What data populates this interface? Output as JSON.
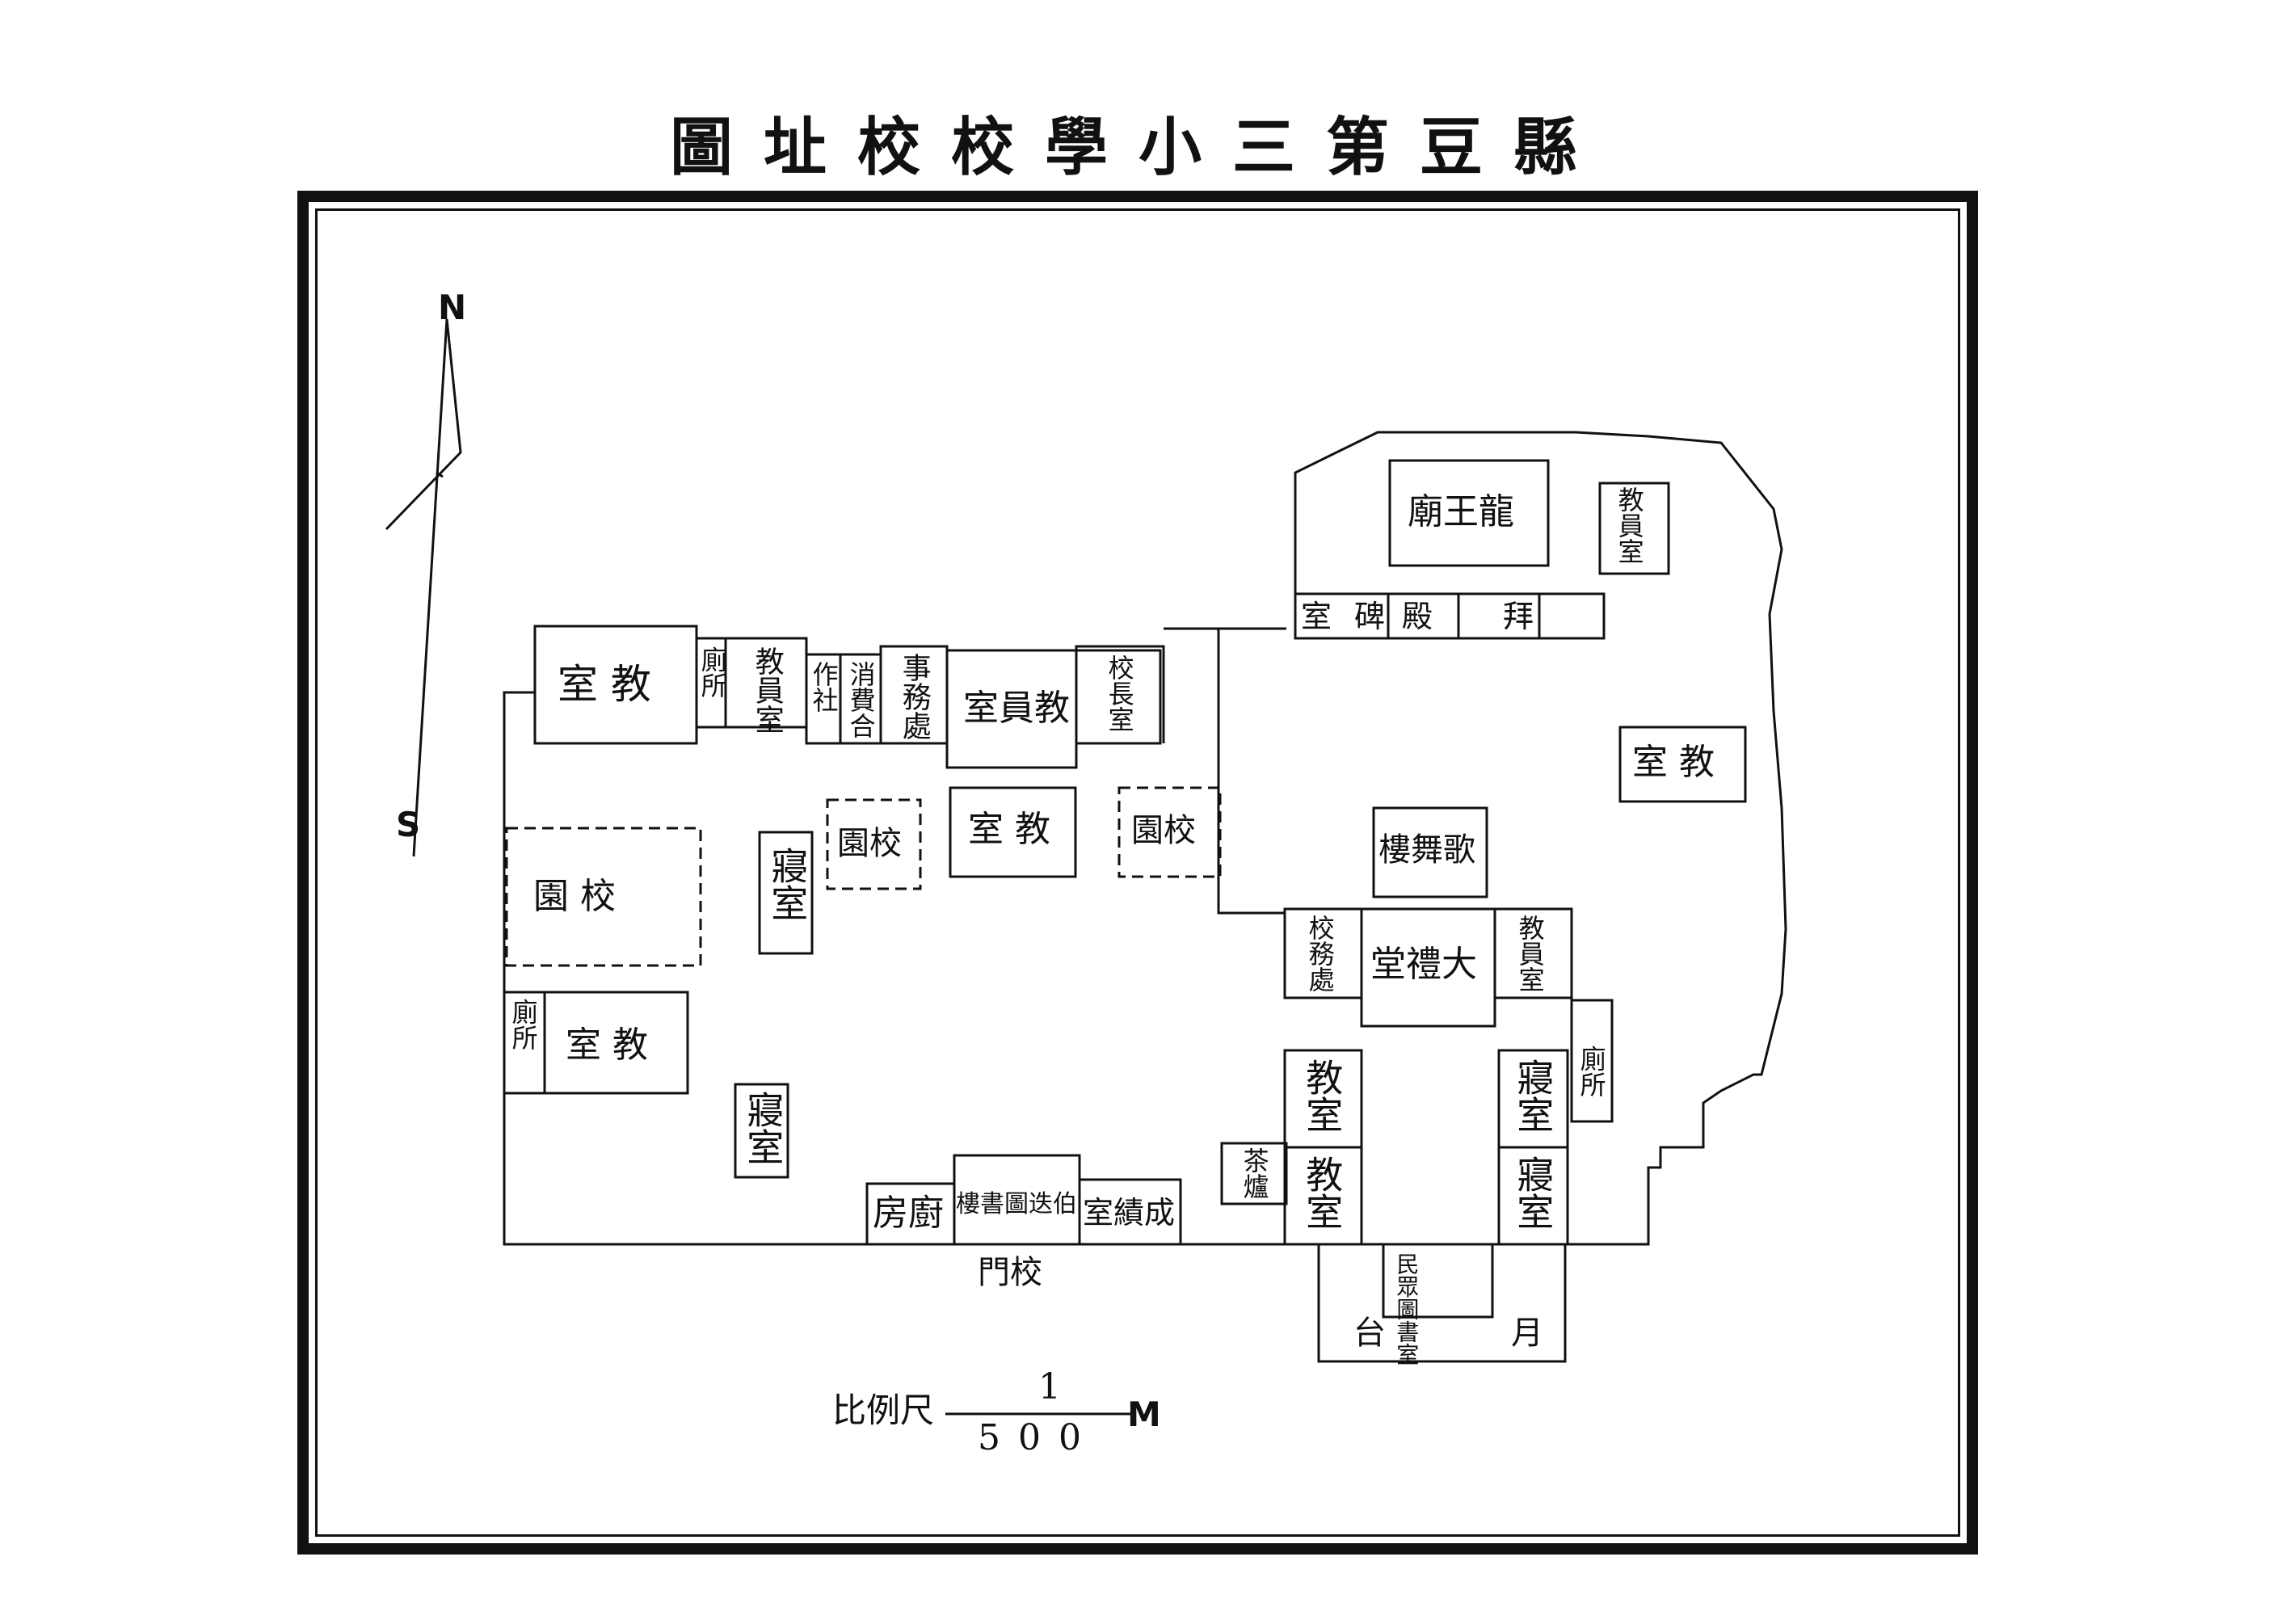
{
  "title": "圖址校校學小三第豆縣",
  "compass": {
    "north": "N",
    "south": "S"
  },
  "scale": {
    "label": "比例尺",
    "numerator": "1",
    "denominator": "500",
    "unit": "M"
  },
  "rooms": {
    "classroom_nw": "室  教",
    "toilet_nw": "廁所",
    "staff_nw": "教員室",
    "coop": "作社",
    "consumer": "消費合",
    "affairs": "事務處",
    "staff_room": "室員教",
    "principal": "校長室",
    "garden_nw": "園  校",
    "garden_center_left": "園校",
    "classroom_center": "室  教",
    "garden_center_right": "園校",
    "dorm_left_top": "寢室",
    "toilet_w": "廁所",
    "classroom_w": "室  教",
    "dorm_left_bottom": "寢室",
    "kitchen": "房廚",
    "library_building": "樓書圖迭伯",
    "results_room": "室績成",
    "tea_stove": "茶爐",
    "school_gate": "門校",
    "dragon_temple": "廟王龍",
    "stele_room": "室",
    "stele": "碑",
    "hall": "殿",
    "worship": "拜",
    "staff_ne": "教員室",
    "classroom_e": "室  教",
    "song_dance": "樓舞歌",
    "school_affairs": "校務處",
    "auditorium": "堂禮大",
    "staff_e": "教員室",
    "classroom_se1": "教室",
    "classroom_se2": "教室",
    "dorm_se1": "寢室",
    "dorm_se2": "寢室",
    "toilet_e": "廁所",
    "public_library": "民眾圖書室",
    "platform_left": "台",
    "platform_right": "月"
  }
}
